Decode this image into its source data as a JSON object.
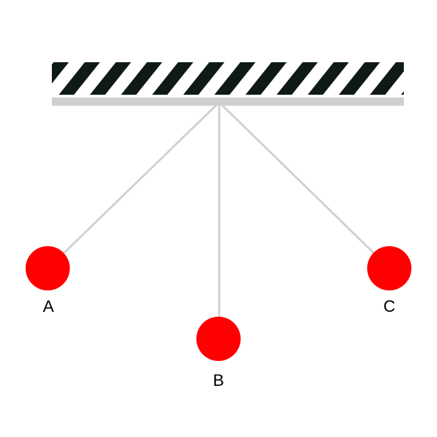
{
  "diagram": {
    "type": "pendulum-positions",
    "colors": {
      "background": "#ffffff",
      "support_stripe_dark": "#0f1a17",
      "support_stripe_light": "#ffffff",
      "support_base": "#d0d0d0",
      "string": "#d0d0d0",
      "bob": "#ff0000",
      "label": "#000000"
    },
    "bobs": [
      {
        "id": "A",
        "label": "A",
        "position": "left"
      },
      {
        "id": "B",
        "label": "B",
        "position": "center-bottom"
      },
      {
        "id": "C",
        "label": "C",
        "position": "right"
      }
    ]
  }
}
